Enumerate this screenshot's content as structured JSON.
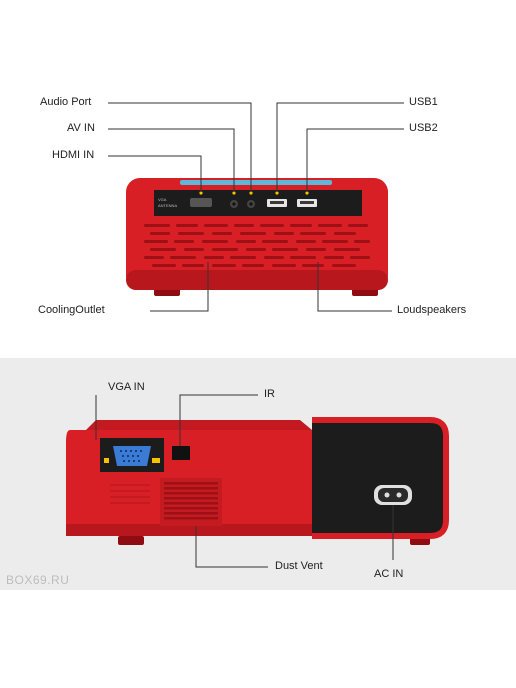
{
  "top_view": {
    "labels": {
      "audio_port": "Audio Port",
      "av_in": "AV IN",
      "hdmi_in": "HDMI IN",
      "usb1": "USB1",
      "usb2": "USB2",
      "cooling_outlet": "CoolingOutlet",
      "loudspeakers": "Loudspeakers"
    }
  },
  "side_view": {
    "labels": {
      "vga_in": "VGA IN",
      "ir": "IR",
      "dust_vent": "Dust Vent",
      "ac_in": "AC IN"
    }
  },
  "watermark": "BOX69.RU",
  "colors": {
    "body_red": "#d81f26",
    "dark_red": "#9e1016",
    "panel_black": "#1c1c1c",
    "background_gray": "#ececec"
  }
}
